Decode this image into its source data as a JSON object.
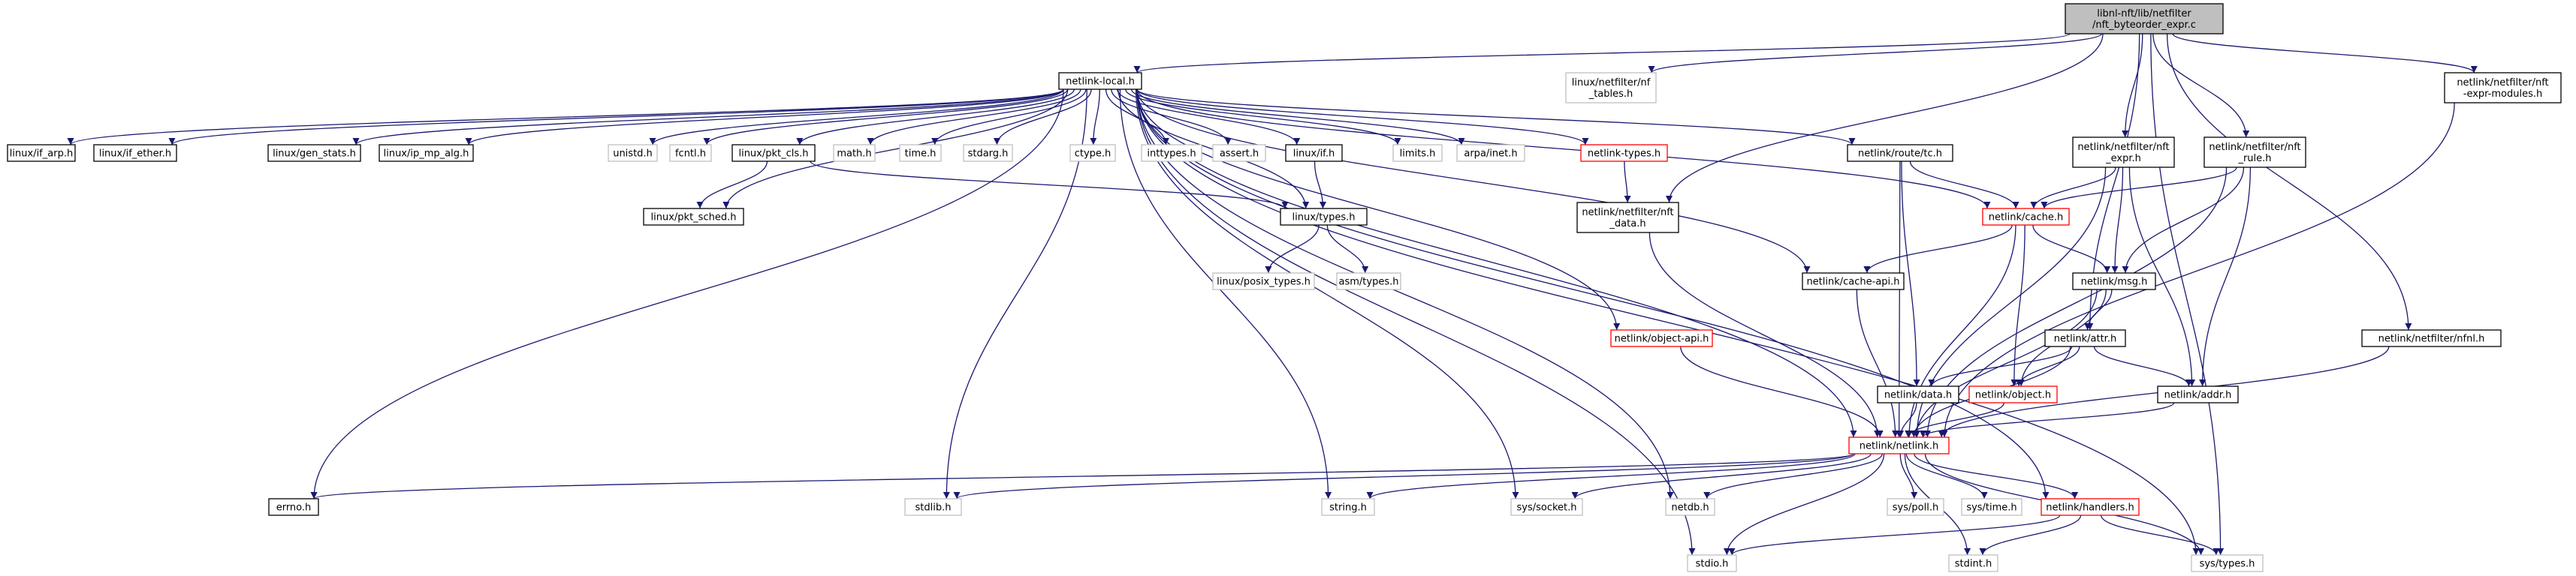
{
  "colors": {
    "edge": "#191970",
    "node_border": "#000000",
    "missing_border": "#bfbfbf",
    "truncated_border": "#ff0000",
    "root_fill": "#bfbfbf"
  },
  "nodes": {
    "root": [
      "libnl-nft/lib/netfilter",
      "/nft_byteorder_expr.c"
    ],
    "netlink_local": [
      "netlink-local.h"
    ],
    "linux_netfilter_nf_tables": [
      "linux/netfilter/nf",
      "_tables.h"
    ],
    "netlink_netfilter_nft_expr": [
      "netlink/netfilter/nft",
      "_expr.h"
    ],
    "netlink_netfilter_nft_rule": [
      "netlink/netfilter/nft",
      "_rule.h"
    ],
    "netlink_netfilter_nft_expr_modules": [
      "netlink/netfilter/nft",
      "-expr-modules.h"
    ],
    "linux_if_arp": [
      "linux/if_arp.h"
    ],
    "linux_if_ether": [
      "linux/if_ether.h"
    ],
    "linux_gen_stats": [
      "linux/gen_stats.h"
    ],
    "linux_ip_mp_alg": [
      "linux/ip_mp_alg.h"
    ],
    "unistd": [
      "unistd.h"
    ],
    "fcntl": [
      "fcntl.h"
    ],
    "linux_pkt_cls": [
      "linux/pkt_cls.h"
    ],
    "math": [
      "math.h"
    ],
    "time": [
      "time.h"
    ],
    "stdarg": [
      "stdarg.h"
    ],
    "ctype": [
      "ctype.h"
    ],
    "inttypes": [
      "inttypes.h"
    ],
    "assert": [
      "assert.h"
    ],
    "linux_if": [
      "linux/if.h"
    ],
    "limits": [
      "limits.h"
    ],
    "arpa_inet": [
      "arpa/inet.h"
    ],
    "netlink_types": [
      "netlink-types.h"
    ],
    "netlink_route_tc": [
      "netlink/route/tc.h"
    ],
    "linux_pkt_sched": [
      "linux/pkt_sched.h"
    ],
    "linux_types": [
      "linux/types.h"
    ],
    "netlink_netfilter_nft_data": [
      "netlink/netfilter/nft",
      "_data.h"
    ],
    "netlink_cache": [
      "netlink/cache.h"
    ],
    "linux_posix_types": [
      "linux/posix_types.h"
    ],
    "asm_types": [
      "asm/types.h"
    ],
    "netlink_cache_api": [
      "netlink/cache-api.h"
    ],
    "netlink_msg": [
      "netlink/msg.h"
    ],
    "netlink_object_api": [
      "netlink/object-api.h"
    ],
    "netlink_attr": [
      "netlink/attr.h"
    ],
    "netlink_netfilter_nfnl": [
      "netlink/netfilter/nfnl.h"
    ],
    "netlink_data": [
      "netlink/data.h"
    ],
    "netlink_object": [
      "netlink/object.h"
    ],
    "netlink_addr": [
      "netlink/addr.h"
    ],
    "netlink_netlink": [
      "netlink/netlink.h"
    ],
    "errno": [
      "errno.h"
    ],
    "stdlib": [
      "stdlib.h"
    ],
    "string": [
      "string.h"
    ],
    "sys_socket": [
      "sys/socket.h"
    ],
    "netdb": [
      "netdb.h"
    ],
    "sys_poll": [
      "sys/poll.h"
    ],
    "sys_time": [
      "sys/time.h"
    ],
    "netlink_handlers": [
      "netlink/handlers.h"
    ],
    "stdio": [
      "stdio.h"
    ],
    "stdint": [
      "stdint.h"
    ],
    "sys_types": [
      "sys/types.h"
    ]
  }
}
